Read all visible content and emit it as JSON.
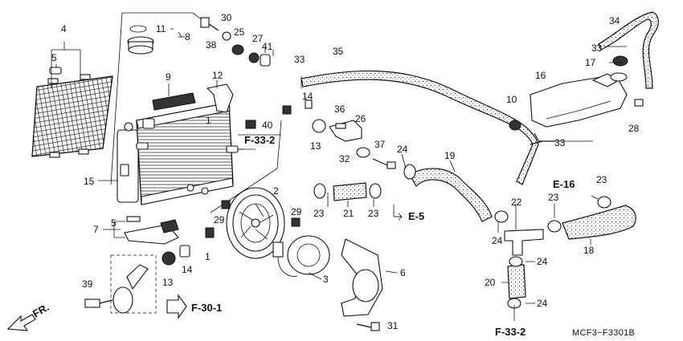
{
  "parts": [
    {
      "id": "p1a",
      "label": "1"
    },
    {
      "id": "p1b",
      "label": "1"
    },
    {
      "id": "p2",
      "label": "2"
    },
    {
      "id": "p3",
      "label": "3"
    },
    {
      "id": "p4",
      "label": "4"
    },
    {
      "id": "p5a",
      "label": "5"
    },
    {
      "id": "p5b",
      "label": "5"
    },
    {
      "id": "p6",
      "label": "6"
    },
    {
      "id": "p7",
      "label": "7"
    },
    {
      "id": "p8",
      "label": "8"
    },
    {
      "id": "p9",
      "label": "9"
    },
    {
      "id": "p10",
      "label": "10"
    },
    {
      "id": "p11",
      "label": "11"
    },
    {
      "id": "p12",
      "label": "12"
    },
    {
      "id": "p13a",
      "label": "13"
    },
    {
      "id": "p13b",
      "label": "13"
    },
    {
      "id": "p14a",
      "label": "14"
    },
    {
      "id": "p14b",
      "label": "14"
    },
    {
      "id": "p15",
      "label": "15"
    },
    {
      "id": "p16",
      "label": "16"
    },
    {
      "id": "p17",
      "label": "17"
    },
    {
      "id": "p18",
      "label": "18"
    },
    {
      "id": "p19",
      "label": "19"
    },
    {
      "id": "p20",
      "label": "20"
    },
    {
      "id": "p21",
      "label": "21"
    },
    {
      "id": "p22",
      "label": "22"
    },
    {
      "id": "p23a",
      "label": "23"
    },
    {
      "id": "p23b",
      "label": "23"
    },
    {
      "id": "p23c",
      "label": "23"
    },
    {
      "id": "p23d",
      "label": "23"
    },
    {
      "id": "p24a",
      "label": "24"
    },
    {
      "id": "p24b",
      "label": "24"
    },
    {
      "id": "p24c",
      "label": "24"
    },
    {
      "id": "p24d",
      "label": "24"
    },
    {
      "id": "p25",
      "label": "25"
    },
    {
      "id": "p26",
      "label": "26"
    },
    {
      "id": "p27",
      "label": "27"
    },
    {
      "id": "p28",
      "label": "28"
    },
    {
      "id": "p29a",
      "label": "29"
    },
    {
      "id": "p29b",
      "label": "29"
    },
    {
      "id": "p30",
      "label": "30"
    },
    {
      "id": "p31",
      "label": "31"
    },
    {
      "id": "p32",
      "label": "32"
    },
    {
      "id": "p33a",
      "label": "33"
    },
    {
      "id": "p33b",
      "label": "33"
    },
    {
      "id": "p33c",
      "label": "33"
    },
    {
      "id": "p34",
      "label": "34"
    },
    {
      "id": "p35",
      "label": "35"
    },
    {
      "id": "p36",
      "label": "36"
    },
    {
      "id": "p37",
      "label": "37"
    },
    {
      "id": "p38",
      "label": "38"
    },
    {
      "id": "p39",
      "label": "39"
    },
    {
      "id": "p40",
      "label": "40"
    },
    {
      "id": "p41",
      "label": "41"
    }
  ],
  "references": {
    "f33_2_top": "F-33-2",
    "f33_2_bottom": "F-33-2",
    "e5": "E-5",
    "e16": "E-16",
    "f30_1": "F-30-1",
    "fr": "FR."
  },
  "diagram_code": "MCF3−F3301B"
}
